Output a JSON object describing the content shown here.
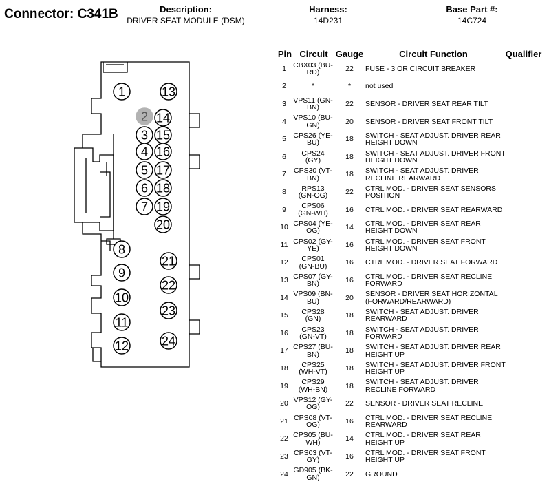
{
  "header": {
    "connector": "Connector: C341B",
    "description_label": "Description:",
    "description_value": "DRIVER SEAT MODULE (DSM)",
    "harness_label": "Harness:",
    "harness_value": "14D231",
    "base_part_label": "Base Part #:",
    "base_part_value": "14C724"
  },
  "table": {
    "headers": {
      "pin": "Pin",
      "circuit": "Circuit",
      "gauge": "Gauge",
      "function": "Circuit Function",
      "qualifier": "Qualifier"
    },
    "rows": [
      {
        "pin": "1",
        "circuit": "CBX03 (BU-RD)",
        "gauge": "22",
        "function": "FUSE - 3 OR CIRCUIT BREAKER"
      },
      {
        "pin": "2",
        "circuit": "*",
        "gauge": "*",
        "function": "not used"
      },
      {
        "pin": "3",
        "circuit": "VPS11 (GN-BN)",
        "gauge": "22",
        "function": "SENSOR - DRIVER SEAT REAR TILT"
      },
      {
        "pin": "4",
        "circuit": "VPS10 (BU-GN)",
        "gauge": "20",
        "function": "SENSOR - DRIVER SEAT FRONT TILT"
      },
      {
        "pin": "5",
        "circuit": "CPS26 (YE-BU)",
        "gauge": "18",
        "function": "SWITCH - SEAT ADJUST. DRIVER REAR HEIGHT DOWN"
      },
      {
        "pin": "6",
        "circuit": "CPS24 (GY)",
        "gauge": "18",
        "function": "SWITCH - SEAT ADJUST. DRIVER FRONT HEIGHT DOWN"
      },
      {
        "pin": "7",
        "circuit": "CPS30 (VT-BN)",
        "gauge": "18",
        "function": "SWITCH - SEAT ADJUST. DRIVER RECLINE REARWARD"
      },
      {
        "pin": "8",
        "circuit": "RPS13 (GN-OG)",
        "gauge": "22",
        "function": "CTRL MOD. - DRIVER SEAT SENSORS POSITION"
      },
      {
        "pin": "9",
        "circuit": "CPS06 (GN-WH)",
        "gauge": "16",
        "function": "CTRL MOD. - DRIVER SEAT REARWARD"
      },
      {
        "pin": "10",
        "circuit": "CPS04 (YE-OG)",
        "gauge": "14",
        "function": "CTRL MOD. - DRIVER SEAT REAR HEIGHT DOWN"
      },
      {
        "pin": "11",
        "circuit": "CPS02 (GY-YE)",
        "gauge": "16",
        "function": "CTRL MOD. - DRIVER SEAT FRONT HEIGHT DOWN"
      },
      {
        "pin": "12",
        "circuit": "CPS01 (GN-BU)",
        "gauge": "16",
        "function": "CTRL MOD. - DRIVER SEAT FORWARD"
      },
      {
        "pin": "13",
        "circuit": "CPS07 (GY-BN)",
        "gauge": "16",
        "function": "CTRL MOD. - DRIVER SEAT RECLINE FORWARD"
      },
      {
        "pin": "14",
        "circuit": "VPS09 (BN-BU)",
        "gauge": "20",
        "function": "SENSOR - DRIVER SEAT HORIZONTAL (FORWARD/REARWARD)"
      },
      {
        "pin": "15",
        "circuit": "CPS28 (GN)",
        "gauge": "18",
        "function": "SWITCH - SEAT ADJUST. DRIVER REARWARD"
      },
      {
        "pin": "16",
        "circuit": "CPS23 (GN-VT)",
        "gauge": "18",
        "function": "SWITCH - SEAT ADJUST. DRIVER FORWARD"
      },
      {
        "pin": "17",
        "circuit": "CPS27 (BU-BN)",
        "gauge": "18",
        "function": "SWITCH - SEAT ADJUST. DRIVER REAR HEIGHT UP"
      },
      {
        "pin": "18",
        "circuit": "CPS25 (WH-VT)",
        "gauge": "18",
        "function": "SWITCH - SEAT ADJUST. DRIVER FRONT HEIGHT UP"
      },
      {
        "pin": "19",
        "circuit": "CPS29 (WH-BN)",
        "gauge": "18",
        "function": "SWITCH - SEAT ADJUST. DRIVER RECLINE FORWARD"
      },
      {
        "pin": "20",
        "circuit": "VPS12 (GY-OG)",
        "gauge": "22",
        "function": "SENSOR - DRIVER SEAT RECLINE"
      },
      {
        "pin": "21",
        "circuit": "CPS08 (VT-OG)",
        "gauge": "16",
        "function": "CTRL MOD. - DRIVER SEAT RECLINE REARWARD"
      },
      {
        "pin": "22",
        "circuit": "CPS05 (BU-WH)",
        "gauge": "14",
        "function": "CTRL MOD. - DRIVER SEAT REAR HEIGHT UP"
      },
      {
        "pin": "23",
        "circuit": "CPS03 (VT-GY)",
        "gauge": "16",
        "function": "CTRL MOD. - DRIVER SEAT FRONT HEIGHT UP"
      },
      {
        "pin": "24",
        "circuit": "GD905 (BK-GN)",
        "gauge": "22",
        "function": "GROUND"
      }
    ]
  },
  "connector_pins": [
    "1",
    "2",
    "3",
    "4",
    "5",
    "6",
    "7",
    "8",
    "9",
    "10",
    "11",
    "12",
    "13",
    "14",
    "15",
    "16",
    "17",
    "18",
    "19",
    "20",
    "21",
    "22",
    "23",
    "24"
  ],
  "unused_pin": "2",
  "colors": {
    "unused_pin_fill": "#b3b3b3",
    "outline": "#000000"
  }
}
